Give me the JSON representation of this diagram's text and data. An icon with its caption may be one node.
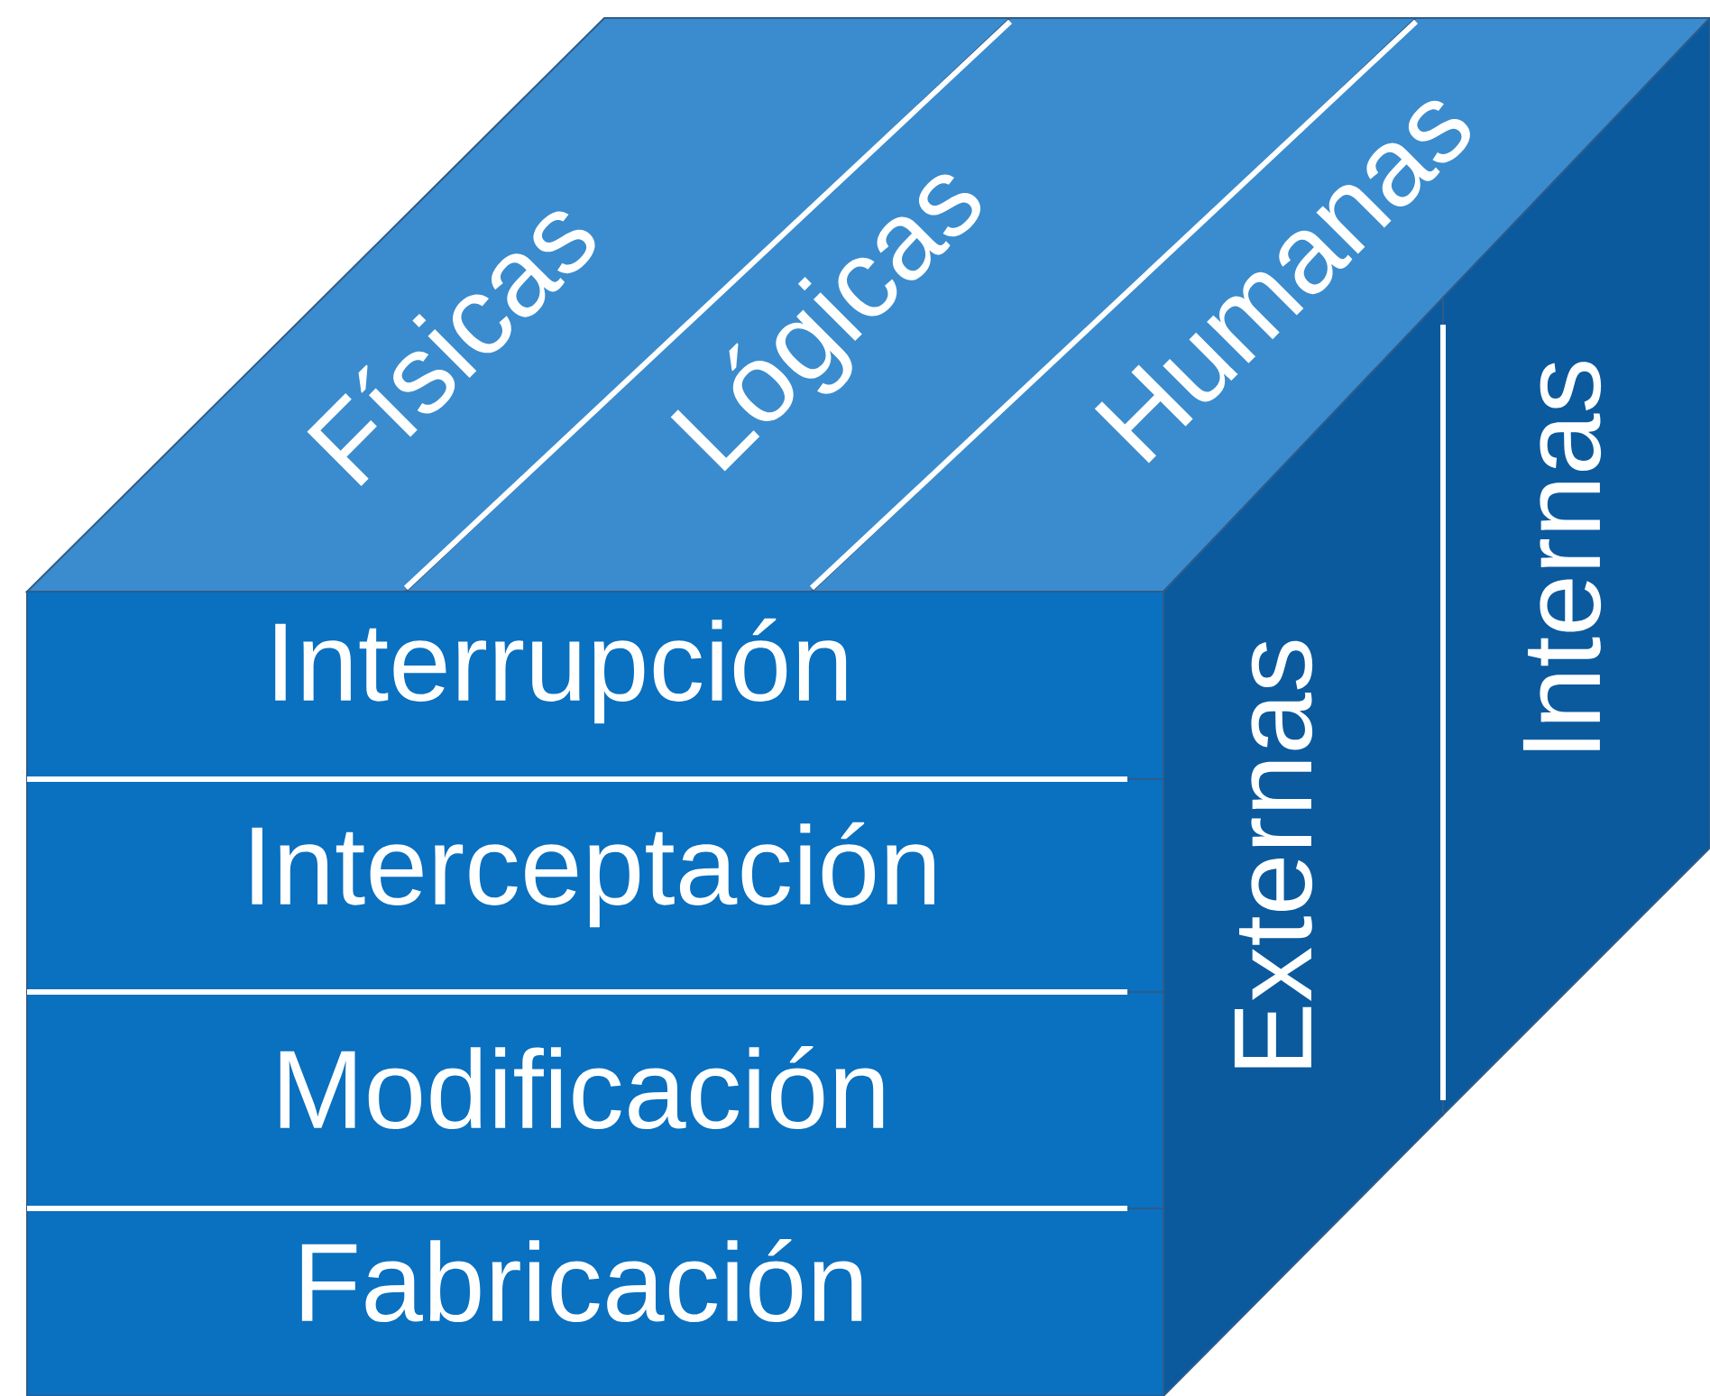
{
  "diagram": {
    "nodes": [
      {
        "text": [
          "Interrupción"
        ]
      },
      {
        "text": [
          "Interceptación"
        ]
      },
      {
        "text": [
          "Modificación"
        ]
      },
      {
        "text": [
          "Fabricación"
        ]
      },
      {
        "text": [
          "Físicas"
        ]
      },
      {
        "text": [
          "Lógicas"
        ]
      },
      {
        "text": [
          "Humanas"
        ]
      },
      {
        "text": [
          "Externas"
        ]
      },
      {
        "text": [
          "Internas"
        ]
      }
    ]
  }
}
